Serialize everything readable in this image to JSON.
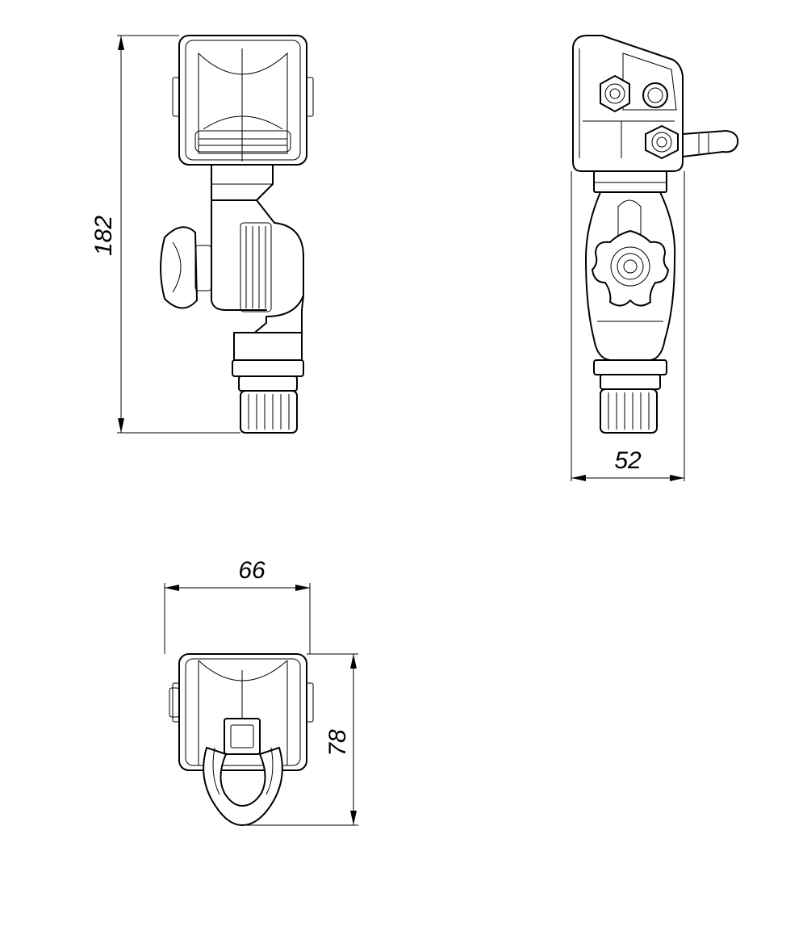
{
  "dimensions": {
    "height_front": "182",
    "width_side": "52",
    "width_top": "66",
    "height_top": "78"
  },
  "colors": {
    "line": "#000000",
    "background": "#ffffff"
  }
}
